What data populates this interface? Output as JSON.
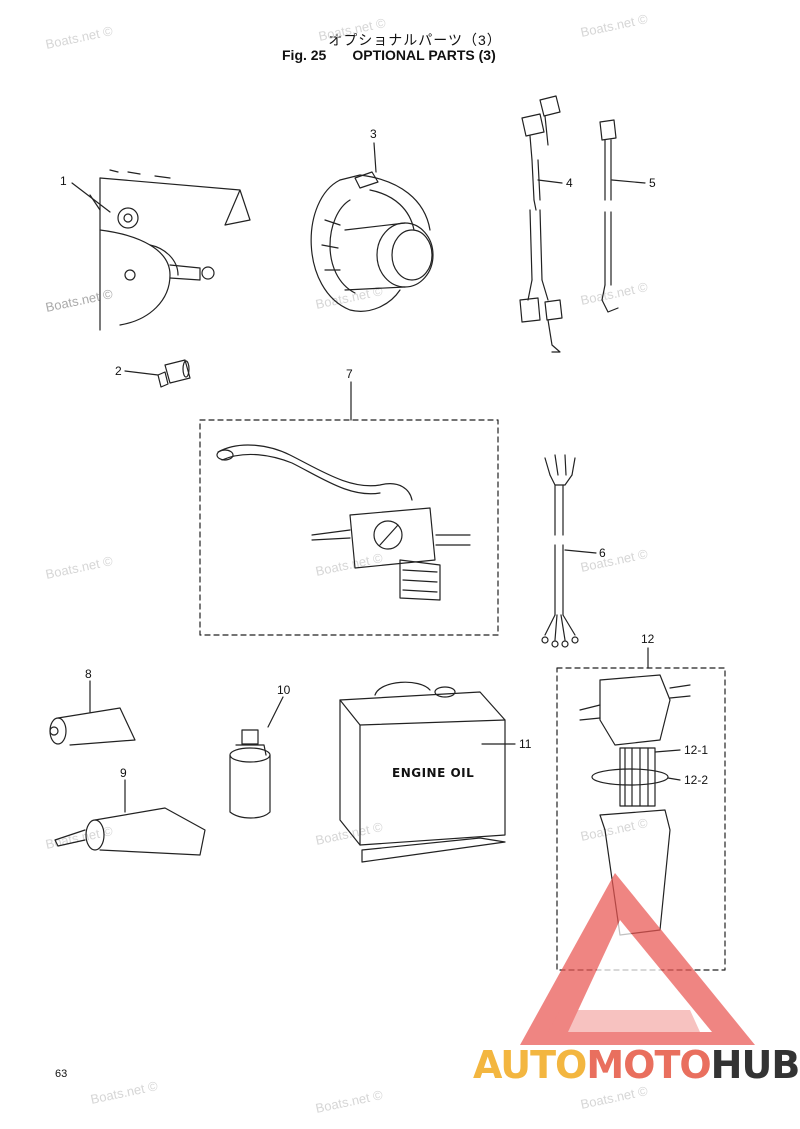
{
  "header": {
    "title_jp": "オプショナルパーツ（3）",
    "fig_label": "Fig. 25",
    "title_en": "OPTIONAL PARTS (3)"
  },
  "watermark": {
    "text": "Boats.net ©",
    "color": "#d6d6d6"
  },
  "callouts": [
    "1",
    "2",
    "3",
    "4",
    "5",
    "6",
    "7",
    "8",
    "9",
    "10",
    "11",
    "12",
    "12-1",
    "12-2"
  ],
  "products": {
    "oil_can_text": "ENGINE OIL"
  },
  "page_number": "63",
  "logo": {
    "part1": "AUTO",
    "part2": "MOTO",
    "part3": "HUB",
    "colors": [
      "#f3b640",
      "#e96f5e",
      "#333333"
    ]
  }
}
